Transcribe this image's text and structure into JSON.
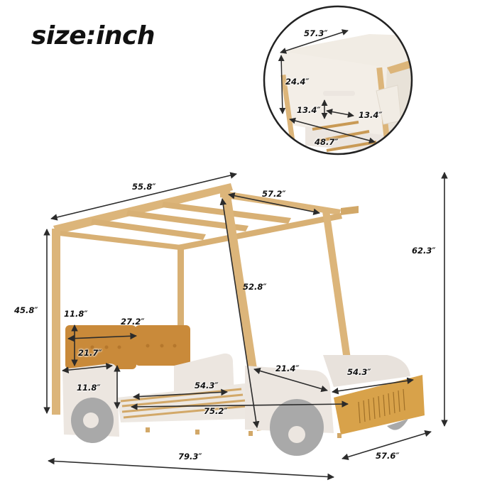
{
  "title": "size:inch",
  "units": "inch",
  "colors": {
    "wood": "#dcb57a",
    "wood_dark": "#c99a55",
    "cushion": "#c98a3a",
    "body": "#ece6e0",
    "wheel": "#a9a9a9",
    "grille": "#d8a24a",
    "canopy": "#f1ece4",
    "arrow": "#2b2b2b"
  },
  "inset_detail": {
    "dimensions": {
      "canopy_length": "57.3″",
      "canopy_height": "24.4″",
      "window_height": "13.4″",
      "window_width": "13.4″",
      "canopy_base": "48.7″"
    }
  },
  "main_view": {
    "dimensions": {
      "roof_length": "55.8″",
      "roof_width": "57.2″",
      "overall_height": "62.3″",
      "post_length": "52.8″",
      "headboard_height": "45.8″",
      "cushion_height": "11.8″",
      "cushion_width": "27.2″",
      "side_panel_width": "21.7″",
      "side_panel_height": "11.8″",
      "slat_width": "54.3″",
      "slat_length": "75.2″",
      "front_panel_length": "21.4″",
      "front_width": "54.3″",
      "overall_length": "79.3″",
      "overall_width": "57.6″"
    }
  }
}
